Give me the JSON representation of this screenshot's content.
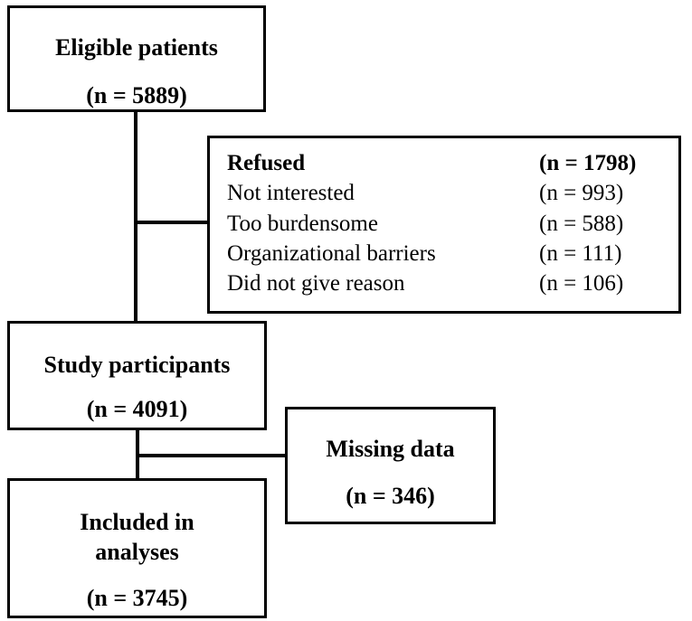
{
  "eligible": {
    "title": "Eligible patients",
    "count": "(n = 5889)"
  },
  "refused": {
    "title": "Refused",
    "count": "(n = 1798)",
    "reasons": [
      {
        "label": "Not interested",
        "count": "(n = 993)"
      },
      {
        "label": "Too burdensome",
        "count": "(n = 588)"
      },
      {
        "label": "Organizational barriers",
        "count": "(n = 111)"
      },
      {
        "label": "Did not give reason",
        "count": "(n = 106)"
      }
    ]
  },
  "participants": {
    "title": "Study participants",
    "count": "(n = 4091)"
  },
  "missing": {
    "title": "Missing data",
    "count": "(n = 346)"
  },
  "included": {
    "title_line1": "Included in",
    "title_line2": "analyses",
    "count": "(n = 3745)"
  }
}
